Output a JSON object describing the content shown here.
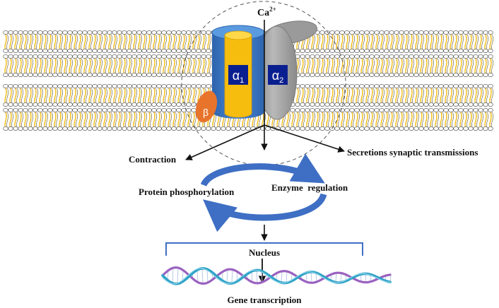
{
  "ion": {
    "base": "Ca",
    "charge": "2+"
  },
  "channel": {
    "alpha1": {
      "symbol": "α",
      "subscript": "1"
    },
    "alpha2": {
      "symbol": "α",
      "subscript": "2"
    },
    "beta": {
      "symbol": "β"
    }
  },
  "outcomes": {
    "left": "Contraction",
    "right": "Secretions synaptic transmissions"
  },
  "cycle": {
    "left": "Protein phosphorylation",
    "right": "Enzyme  regulation"
  },
  "nucleus": "Nucleus",
  "gene": "Gene transcription",
  "colors": {
    "lipid_head": "#ffffff",
    "lipid_tail": "#f2b705",
    "channel_blue": "#3a78c2",
    "alpha1_core": "#f6bd0f",
    "alpha_label_bg": "#0a1f8f",
    "alpha2_gray": "#a3a3a3",
    "beta_orange": "#e8742c",
    "cycle_blue": "#3f6fc4",
    "dna_teal": "#2fa3c7",
    "dna_purple": "#9a62c0"
  }
}
